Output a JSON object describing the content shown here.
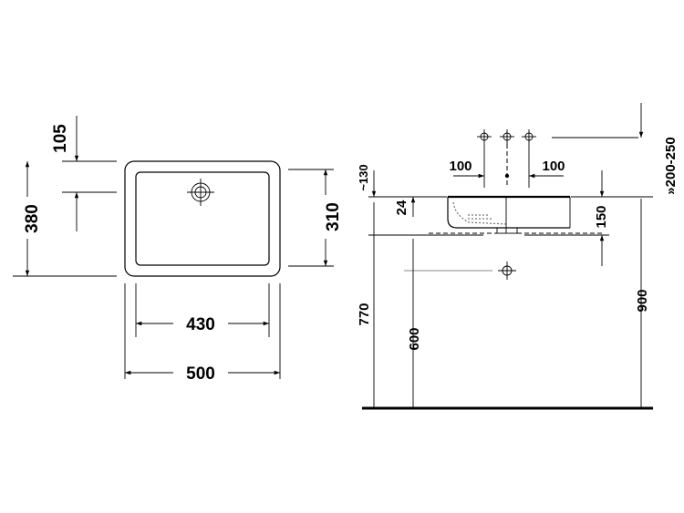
{
  "plan_view": {
    "dim_top_offset": "105",
    "dim_height": "380",
    "dim_inner_height": "310",
    "dim_inner_width": "430",
    "dim_width": "500"
  },
  "side_view": {
    "dim_tap_spacing_left": "100",
    "dim_tap_spacing_right": "100",
    "dim_rim_above": "~130",
    "dim_rim_thickness": "24",
    "dim_basin_depth": "150",
    "dim_wall_tap_height": "»200-250",
    "dim_rim_height": "770",
    "dim_waste_height": "600",
    "dim_wall_height": "900"
  }
}
